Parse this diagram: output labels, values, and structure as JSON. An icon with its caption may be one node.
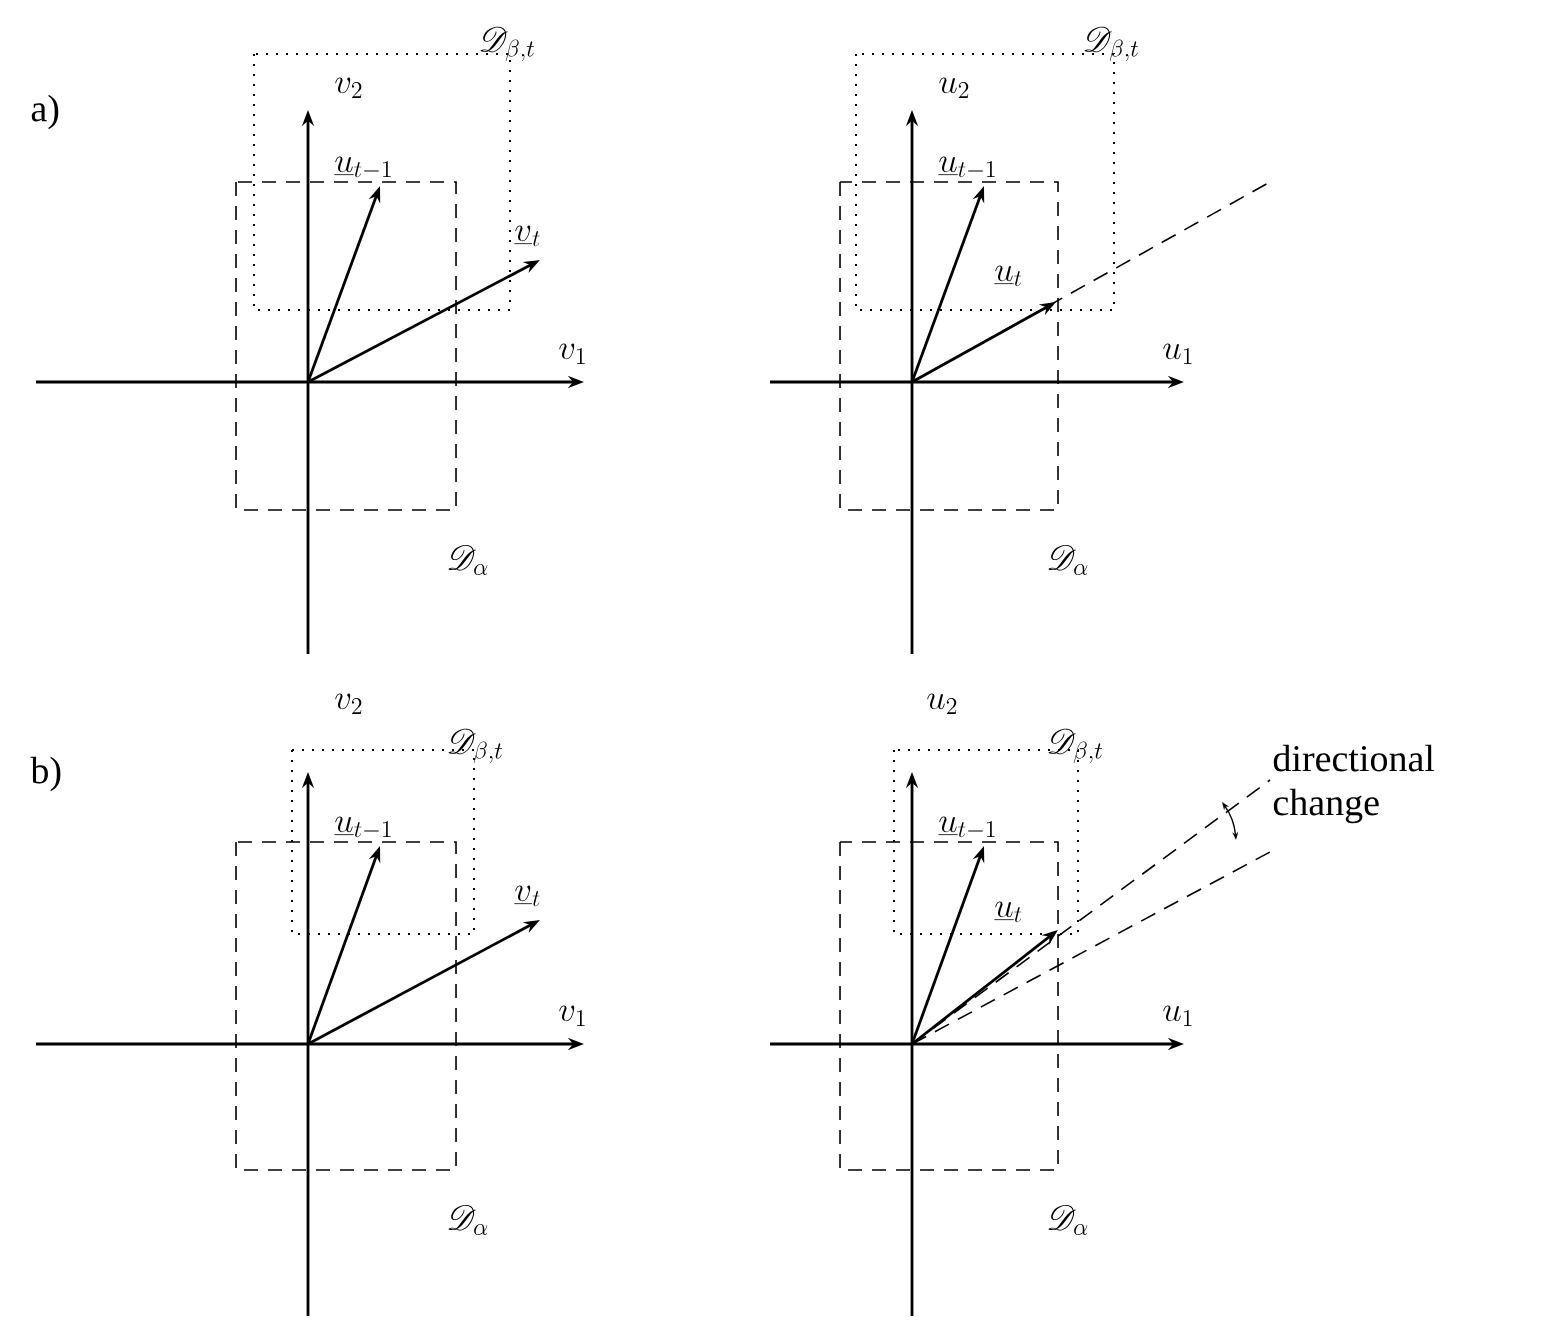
{
  "diagram": {
    "labels": [
      "a)",
      "\\mathscr{D}_{\\beta,t}",
      "v_2",
      "\\underline{u}_{t-1}",
      "\\underline{v}_t",
      "v_1",
      "\\mathscr{D}_\\alpha",
      "\\mathscr{D}_{\\beta,t}",
      "u_2",
      "\\underline{u}_{t-1}",
      "\\underline{u}_t",
      "u_1",
      "\\mathscr{D}_\\alpha",
      "b)",
      "v_2",
      "\\mathscr{D}_{\\beta,t}",
      "\\underline{u}_{t-1}",
      "\\underline{v}_t",
      "v_1",
      "\\mathscr{D}_\\alpha",
      "u_2",
      "\\mathscr{D}_{\\beta,t}",
      "directional change",
      "\\underline{u}_{t-1}",
      "\\underline{u}_t",
      "u_1",
      "\\mathscr{D}_\\alpha"
    ]
  }
}
